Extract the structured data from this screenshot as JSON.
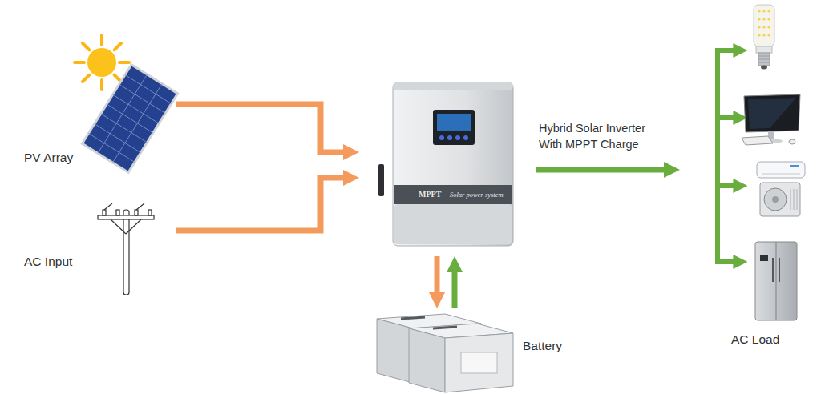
{
  "diagram": {
    "nodes": [
      {
        "text": [
          "PV Array"
        ]
      },
      {
        "text": [
          "AC Input"
        ]
      },
      {
        "text": [
          "MPPT",
          "Solar power system"
        ]
      },
      {
        "text": [
          "Battery"
        ]
      },
      {
        "text": [
          "AC Load"
        ]
      }
    ],
    "edges": [
      {
        "from": 0,
        "to": 2,
        "arrow": "to"
      },
      {
        "from": 1,
        "to": 2,
        "arrow": "to"
      },
      {
        "from": 2,
        "to": 4,
        "label": "Hybrid Solar Inverter With MPPT Charge",
        "arrow": "to"
      },
      {
        "from": 2,
        "to": 3,
        "arrow": "to"
      },
      {
        "from": 3,
        "to": 2,
        "arrow": "to"
      }
    ]
  }
}
